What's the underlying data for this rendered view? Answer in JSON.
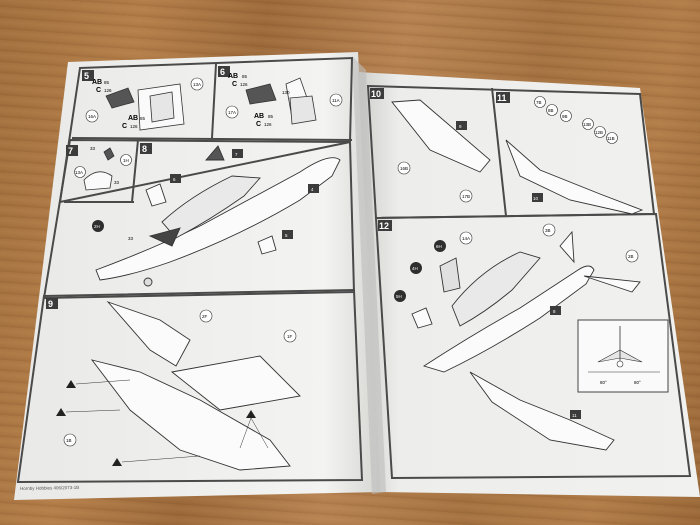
{
  "sheet": {
    "footer": "Hornby Hobbies 406/2073-1B",
    "steps": {
      "s5": "5",
      "s6": "6",
      "s7": "7",
      "s8": "8",
      "s9": "9",
      "s10": "10",
      "s11": "11",
      "s12": "12"
    },
    "codes": {
      "ab": "AB",
      "c": "C",
      "n85": "85",
      "n126": "126",
      "n130": "130",
      "ab_b": "AB",
      "c_b": "C",
      "n85_b": "85",
      "n126_b": "126",
      "ab_c": "AB",
      "c_c": "C",
      "n85_c": "85",
      "n126_c": "126",
      "ab_d": "AB",
      "c_d": "C",
      "n85_d": "85",
      "n126_d": "126"
    },
    "callouts": {
      "p13A": "13A",
      "p16A": "16A",
      "p17A": "17A",
      "p11A": "11A",
      "p1H": "1H",
      "p33a": "33",
      "p33b": "33",
      "p33c": "33",
      "p13A_b": "13A",
      "p7": "7",
      "p6": "6",
      "p4": "4",
      "p5": "5",
      "p2H": "2H",
      "p2F": "2F",
      "p1F": "1F",
      "p1B": "1B",
      "p9": "9",
      "p16B": "16B",
      "p17B": "17B",
      "p7B": "7B",
      "p8B": "8B",
      "p9B": "9B",
      "p13B": "13B",
      "p12B": "12B",
      "p11B": "11B",
      "p10": "10",
      "p14A": "14A",
      "p3B": "3B",
      "p6H": "6H",
      "p4H": "4H",
      "p5H": "5H",
      "p8": "8",
      "p2B": "2B",
      "p11": "11",
      "deg_left": "80°",
      "deg_right": "80°"
    }
  }
}
